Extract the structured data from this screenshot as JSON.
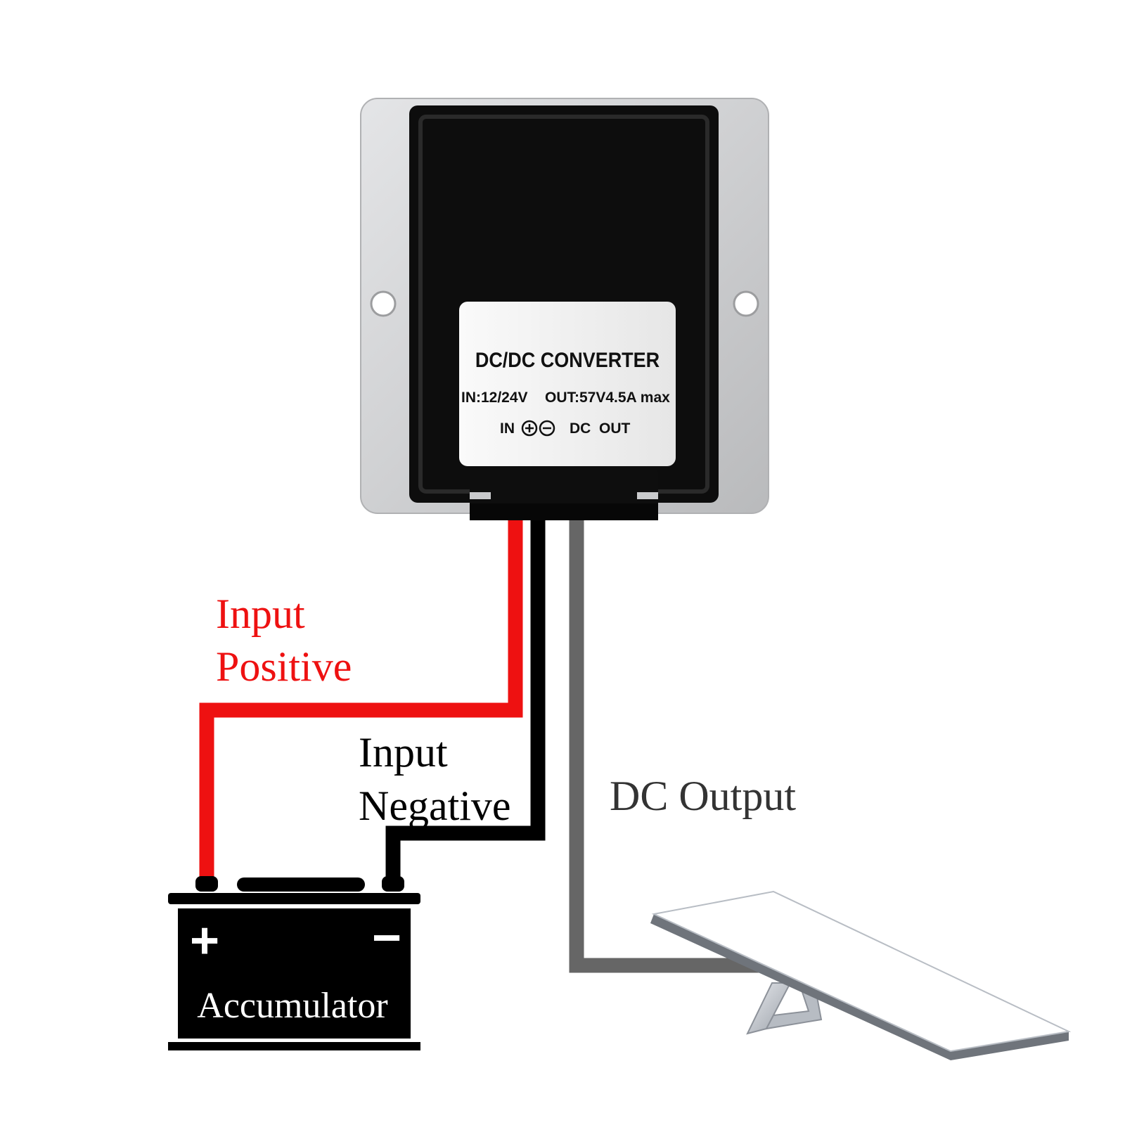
{
  "converter": {
    "label_title": "DC/DC CONVERTER",
    "label_in": "IN:12/24V",
    "label_out": "OUT:57V4.5A max",
    "label_in_short": "IN",
    "label_dc_out": "DC  OUT",
    "icon_plus": "plus-circle-icon",
    "icon_minus": "minus-circle-icon"
  },
  "wires": {
    "positive_label_line1": "Input",
    "positive_label_line2": "Positive",
    "negative_label_line1": "Input",
    "negative_label_line2": "Negative",
    "output_label": "DC Output"
  },
  "battery": {
    "plus_symbol": "+",
    "minus_symbol": "−",
    "label": "Accumulator"
  },
  "colors": {
    "positive_wire": "#ee1111",
    "negative_wire": "#000000",
    "output_wire": "#666666",
    "positive_text": "#ee1111",
    "negative_text": "#000000",
    "output_text": "#333333",
    "battery_body": "#000000",
    "housing": "#d2d3d5",
    "panel": "#ffffff"
  }
}
